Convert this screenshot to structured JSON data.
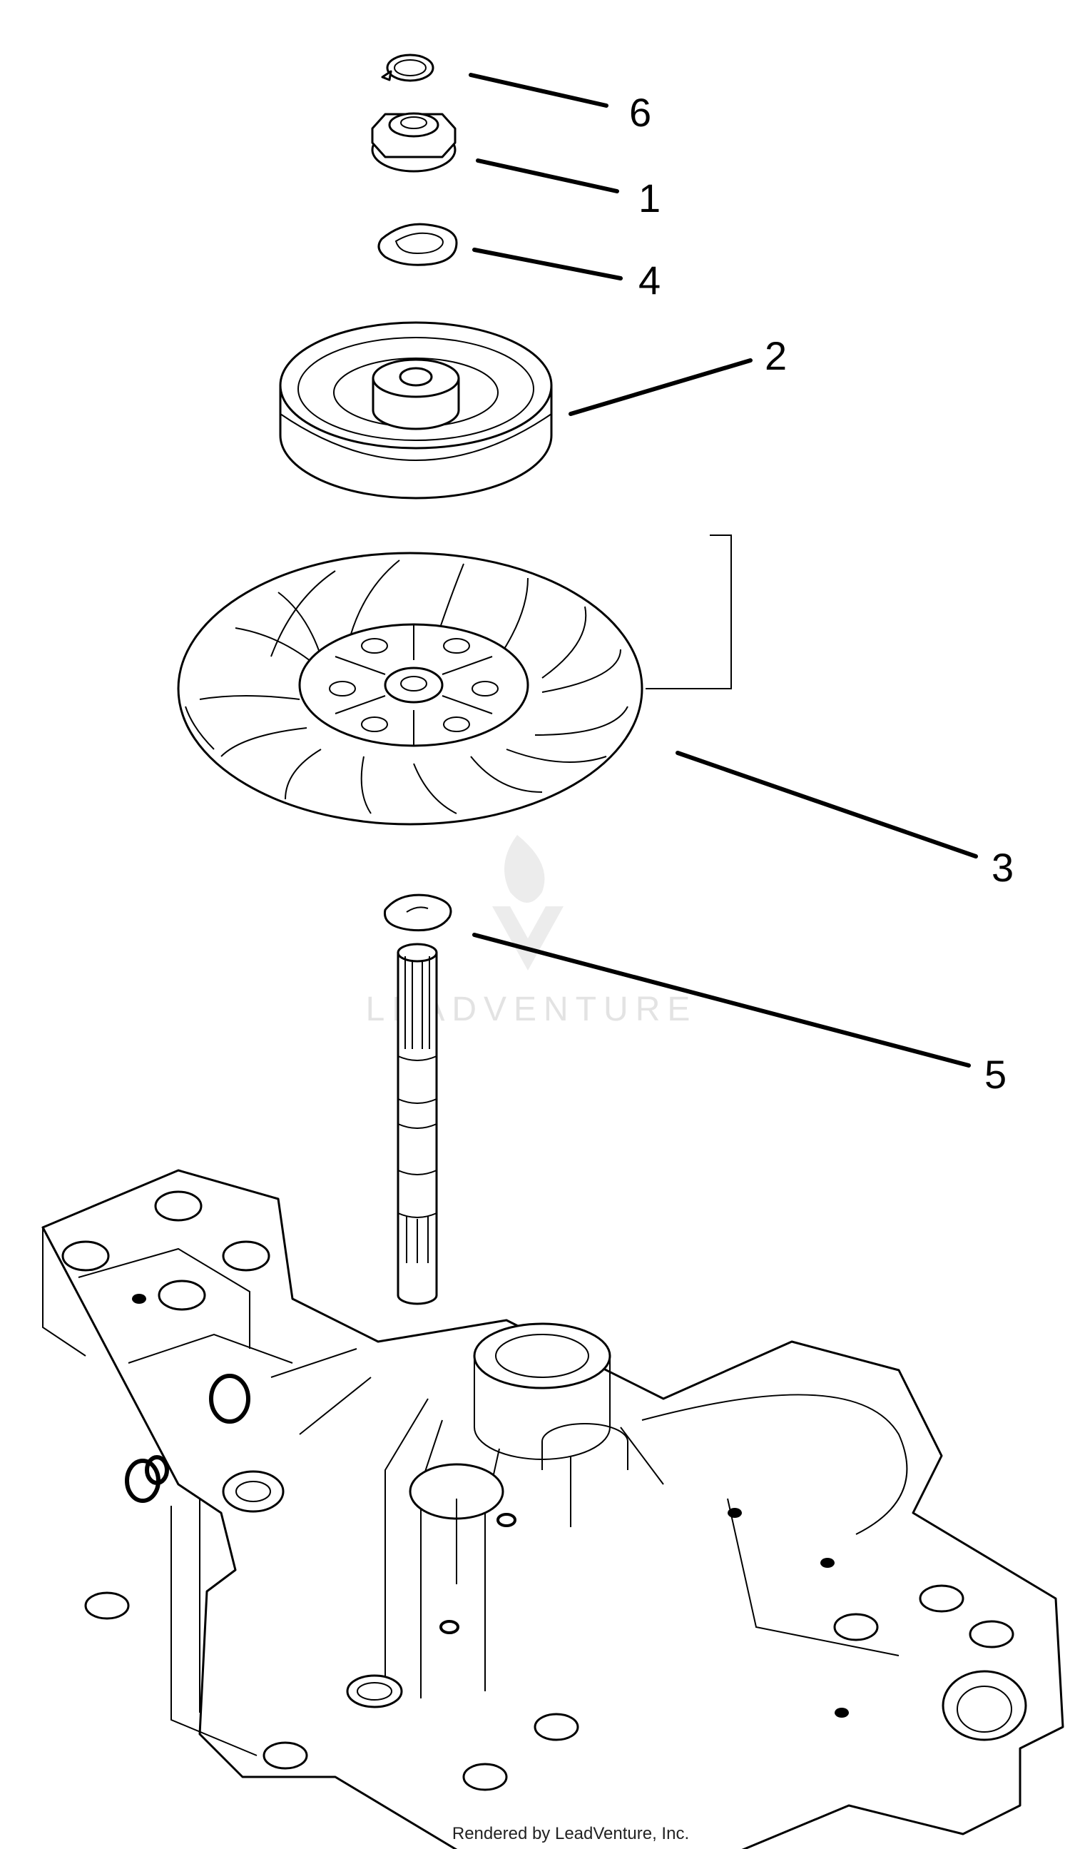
{
  "diagram": {
    "callouts": [
      {
        "id": "6",
        "label": "6"
      },
      {
        "id": "1",
        "label": "1"
      },
      {
        "id": "4",
        "label": "4"
      },
      {
        "id": "2",
        "label": "2"
      },
      {
        "id": "3",
        "label": "3"
      },
      {
        "id": "5",
        "label": "5"
      }
    ],
    "watermark": "LEADVENTURE",
    "footer": "Rendered by LeadVenture, Inc."
  }
}
